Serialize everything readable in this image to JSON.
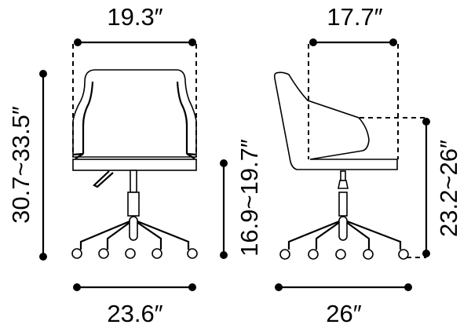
{
  "front_view": {
    "width_top": "19.3″",
    "height_total": "30.7~33.5″",
    "seat_height": "16.9~19.7″",
    "base_width": "23.6″"
  },
  "side_view": {
    "depth_top": "17.7″",
    "arm_height": "23.2~26″",
    "base_depth": "26″"
  },
  "colors": {
    "line": "#000000",
    "background": "#ffffff"
  }
}
